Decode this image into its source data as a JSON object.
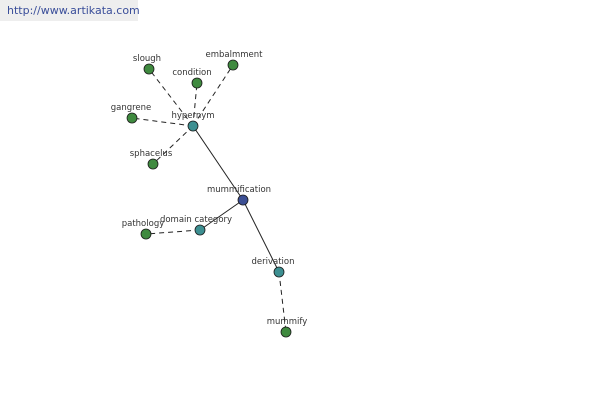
{
  "watermark": "http://www.artikata.com",
  "colors": {
    "root_node": "#3c4f94",
    "relation_node": "#3d8f91",
    "leaf_node": "#3f8a3f",
    "edge": "#222222",
    "watermark_text": "#3a4e9a"
  },
  "graph": {
    "nodes": [
      {
        "id": "mummification",
        "label": "mummification",
        "kind": "root"
      },
      {
        "id": "hypernym",
        "label": "hypernym",
        "kind": "relation"
      },
      {
        "id": "domain-category",
        "label": "domain category",
        "kind": "relation"
      },
      {
        "id": "derivation",
        "label": "derivation",
        "kind": "relation"
      },
      {
        "id": "slough",
        "label": "slough",
        "kind": "leaf"
      },
      {
        "id": "condition",
        "label": "condition",
        "kind": "leaf"
      },
      {
        "id": "embalmment",
        "label": "embalmment",
        "kind": "leaf"
      },
      {
        "id": "gangrene",
        "label": "gangrene",
        "kind": "leaf"
      },
      {
        "id": "sphacelus",
        "label": "sphacelus",
        "kind": "leaf"
      },
      {
        "id": "pathology",
        "label": "pathology",
        "kind": "leaf"
      },
      {
        "id": "mummify",
        "label": "mummify",
        "kind": "leaf"
      }
    ],
    "edges": [
      {
        "from": "mummification",
        "to": "hypernym",
        "style": "solid"
      },
      {
        "from": "mummification",
        "to": "domain-category",
        "style": "solid"
      },
      {
        "from": "mummification",
        "to": "derivation",
        "style": "solid"
      },
      {
        "from": "hypernym",
        "to": "slough",
        "style": "dashed"
      },
      {
        "from": "hypernym",
        "to": "condition",
        "style": "dashed"
      },
      {
        "from": "hypernym",
        "to": "embalmment",
        "style": "dashed"
      },
      {
        "from": "hypernym",
        "to": "gangrene",
        "style": "dashed"
      },
      {
        "from": "hypernym",
        "to": "sphacelus",
        "style": "dashed"
      },
      {
        "from": "domain-category",
        "to": "pathology",
        "style": "dashed"
      },
      {
        "from": "derivation",
        "to": "mummify",
        "style": "dashed"
      }
    ]
  }
}
